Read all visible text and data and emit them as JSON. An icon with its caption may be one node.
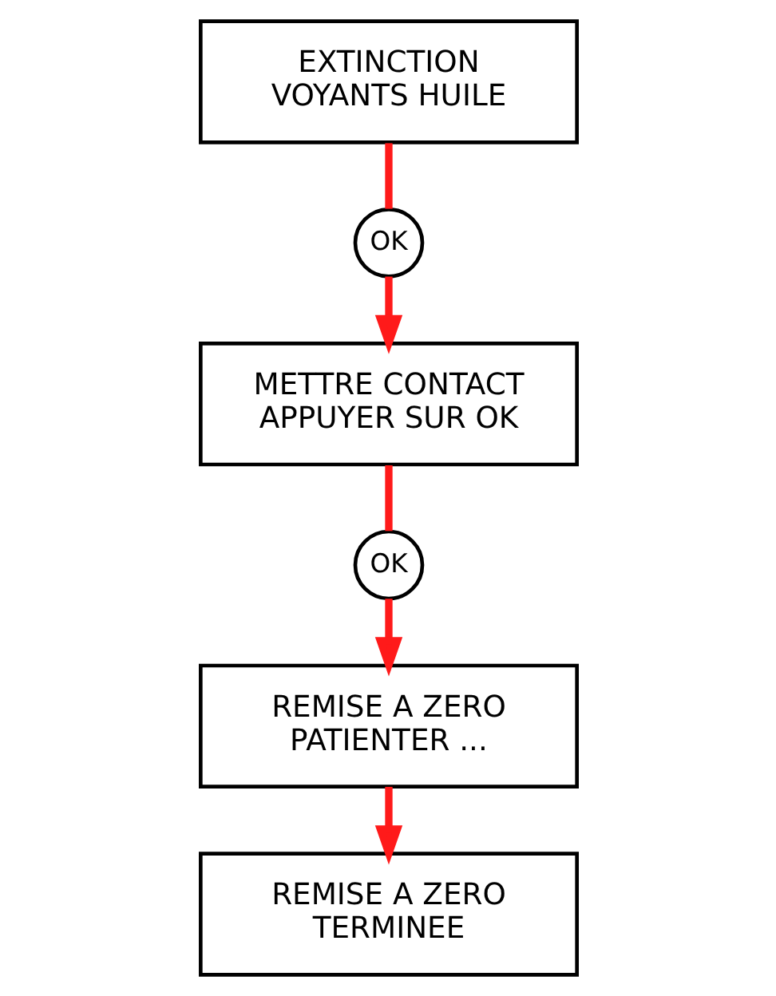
{
  "diagram": {
    "nodes": [
      {
        "text": [
          "EXTINCTION VOYANTS HUILE"
        ]
      },
      {
        "text": [
          "OK"
        ]
      },
      {
        "text": [
          "METTRE CONTACT APPUYER SUR OK"
        ]
      },
      {
        "text": [
          "OK"
        ]
      },
      {
        "text": [
          "REMISE A ZERO PATIENTER ..."
        ]
      },
      {
        "text": [
          "REMISE A ZERO TERMINEE"
        ]
      }
    ],
    "edges": [
      {
        "from": 0,
        "to": 1,
        "arrow": "none"
      },
      {
        "from": 1,
        "to": 2,
        "arrow": "to"
      },
      {
        "from": 2,
        "to": 3,
        "arrow": "none"
      },
      {
        "from": 3,
        "to": 4,
        "arrow": "to"
      },
      {
        "from": 4,
        "to": 5,
        "arrow": "to"
      }
    ]
  }
}
